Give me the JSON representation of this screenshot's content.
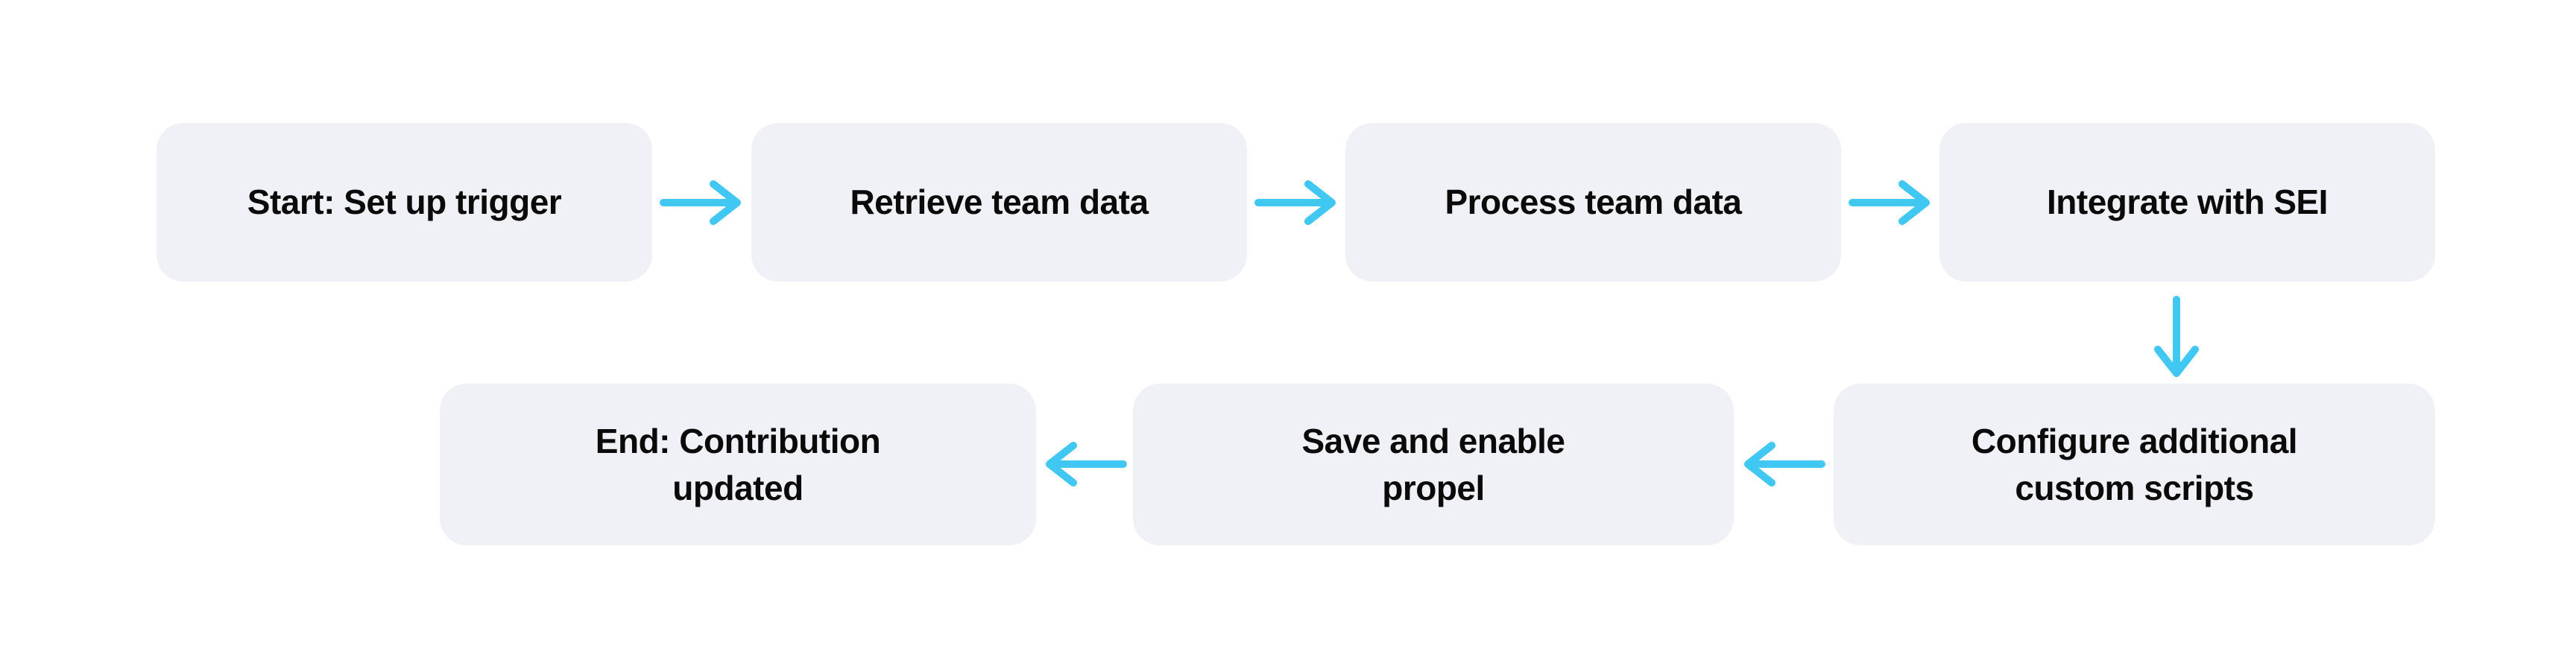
{
  "diagram": {
    "type": "flowchart",
    "nodes": [
      {
        "id": "start",
        "label": "Start: Set up trigger"
      },
      {
        "id": "retrieve",
        "label": "Retrieve team data"
      },
      {
        "id": "process",
        "label": "Process team data"
      },
      {
        "id": "integrate",
        "label": "Integrate with SEI"
      },
      {
        "id": "configure",
        "label": "Configure additional\ncustom scripts"
      },
      {
        "id": "save",
        "label": "Save and enable\npropel"
      },
      {
        "id": "end",
        "label": "End: Contribution\nupdated"
      }
    ],
    "edges": [
      {
        "from": "start",
        "to": "retrieve",
        "direction": "right"
      },
      {
        "from": "retrieve",
        "to": "process",
        "direction": "right"
      },
      {
        "from": "process",
        "to": "integrate",
        "direction": "right"
      },
      {
        "from": "integrate",
        "to": "configure",
        "direction": "down"
      },
      {
        "from": "configure",
        "to": "save",
        "direction": "left"
      },
      {
        "from": "save",
        "to": "end",
        "direction": "left"
      }
    ],
    "colors": {
      "canvas_bg": "#ffffff",
      "node_bg": "#f0f1f6",
      "arrow": "#41c8f2",
      "text": "#0a0a0a"
    }
  }
}
